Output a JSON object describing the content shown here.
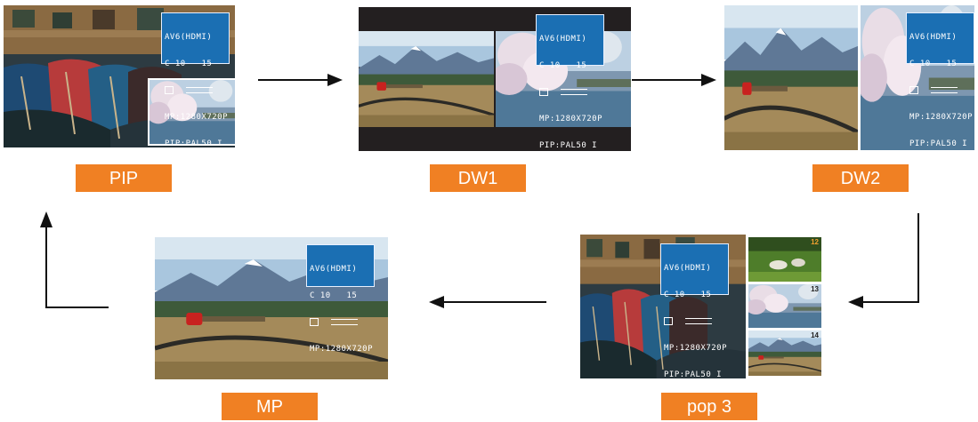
{
  "osd": {
    "line1": "AV6(HDMI)",
    "line2_left": "C 10",
    "line2_right": "15",
    "mp": "MP:1280X720P",
    "pip": "PIP:PAL50 I"
  },
  "labels": {
    "pip": "PIP",
    "dw1": "DW1",
    "dw2": "DW2",
    "mp": "MP",
    "pop3": "pop 3"
  },
  "pop_thumbs": [
    "12",
    "13",
    "14"
  ],
  "colors": {
    "label_bg": "#f08023",
    "osd_bg": "#1b6fb3",
    "arrow": "#111111"
  },
  "icons": [
    "arrow-right-icon",
    "arrow-left-icon",
    "arrow-up-icon",
    "elbow-down-left-arrow-icon"
  ]
}
